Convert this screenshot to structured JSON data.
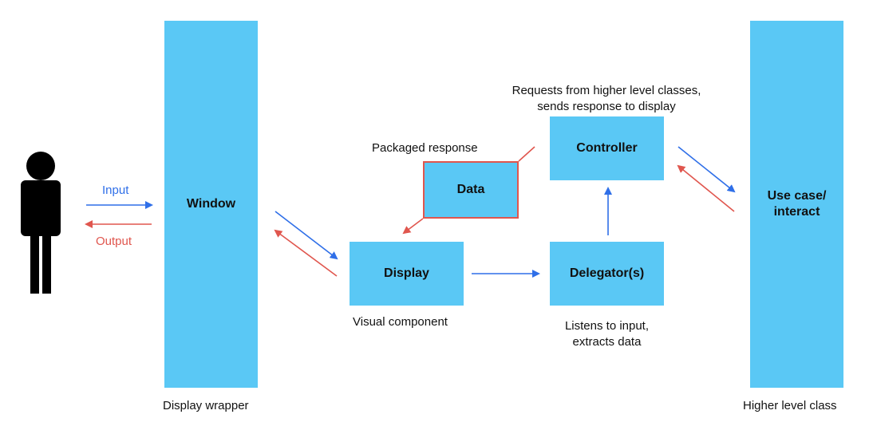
{
  "colors": {
    "box_fill": "#5ac8f5",
    "input_arrow": "#2f6fe8",
    "output_arrow": "#e0564e",
    "person": "#000000"
  },
  "nodes": {
    "window": {
      "label": "Window"
    },
    "use_case": {
      "label_line1": "Use case/",
      "label_line2": "interact"
    },
    "display": {
      "label": "Display"
    },
    "delegator": {
      "label": "Delegator(s)"
    },
    "controller": {
      "label": "Controller"
    },
    "data": {
      "label": "Data"
    }
  },
  "captions": {
    "display_wrapper": "Display wrapper",
    "higher_level_class": "Higher level class",
    "visual_component": "Visual component",
    "delegator_line1": "Listens to input,",
    "delegator_line2": "extracts data",
    "controller_line1": "Requests from higher level classes,",
    "controller_line2": "sends response to display",
    "packaged_response": "Packaged response"
  },
  "arrow_labels": {
    "input": "Input",
    "output": "Output"
  },
  "icons": {
    "person": "person-icon"
  }
}
